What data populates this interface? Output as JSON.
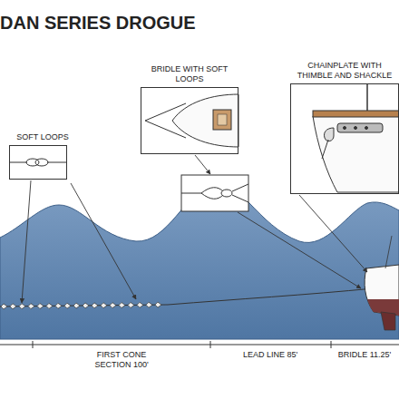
{
  "diagram": {
    "title": "DAN SERIES DROGUE",
    "nodes": [
      {
        "text": [
          "SOFT LOOPS"
        ]
      },
      {
        "text": [
          "BRIDLE WITH SOFT LOOPS"
        ]
      },
      {
        "text": [
          "CHAINPLATE WITH THIMBLE AND SHACKLE"
        ]
      }
    ],
    "labels": [
      "FIRST CONE SECTION 100'",
      "LEAD LINE 85'",
      "BRIDLE 11.25'"
    ]
  }
}
